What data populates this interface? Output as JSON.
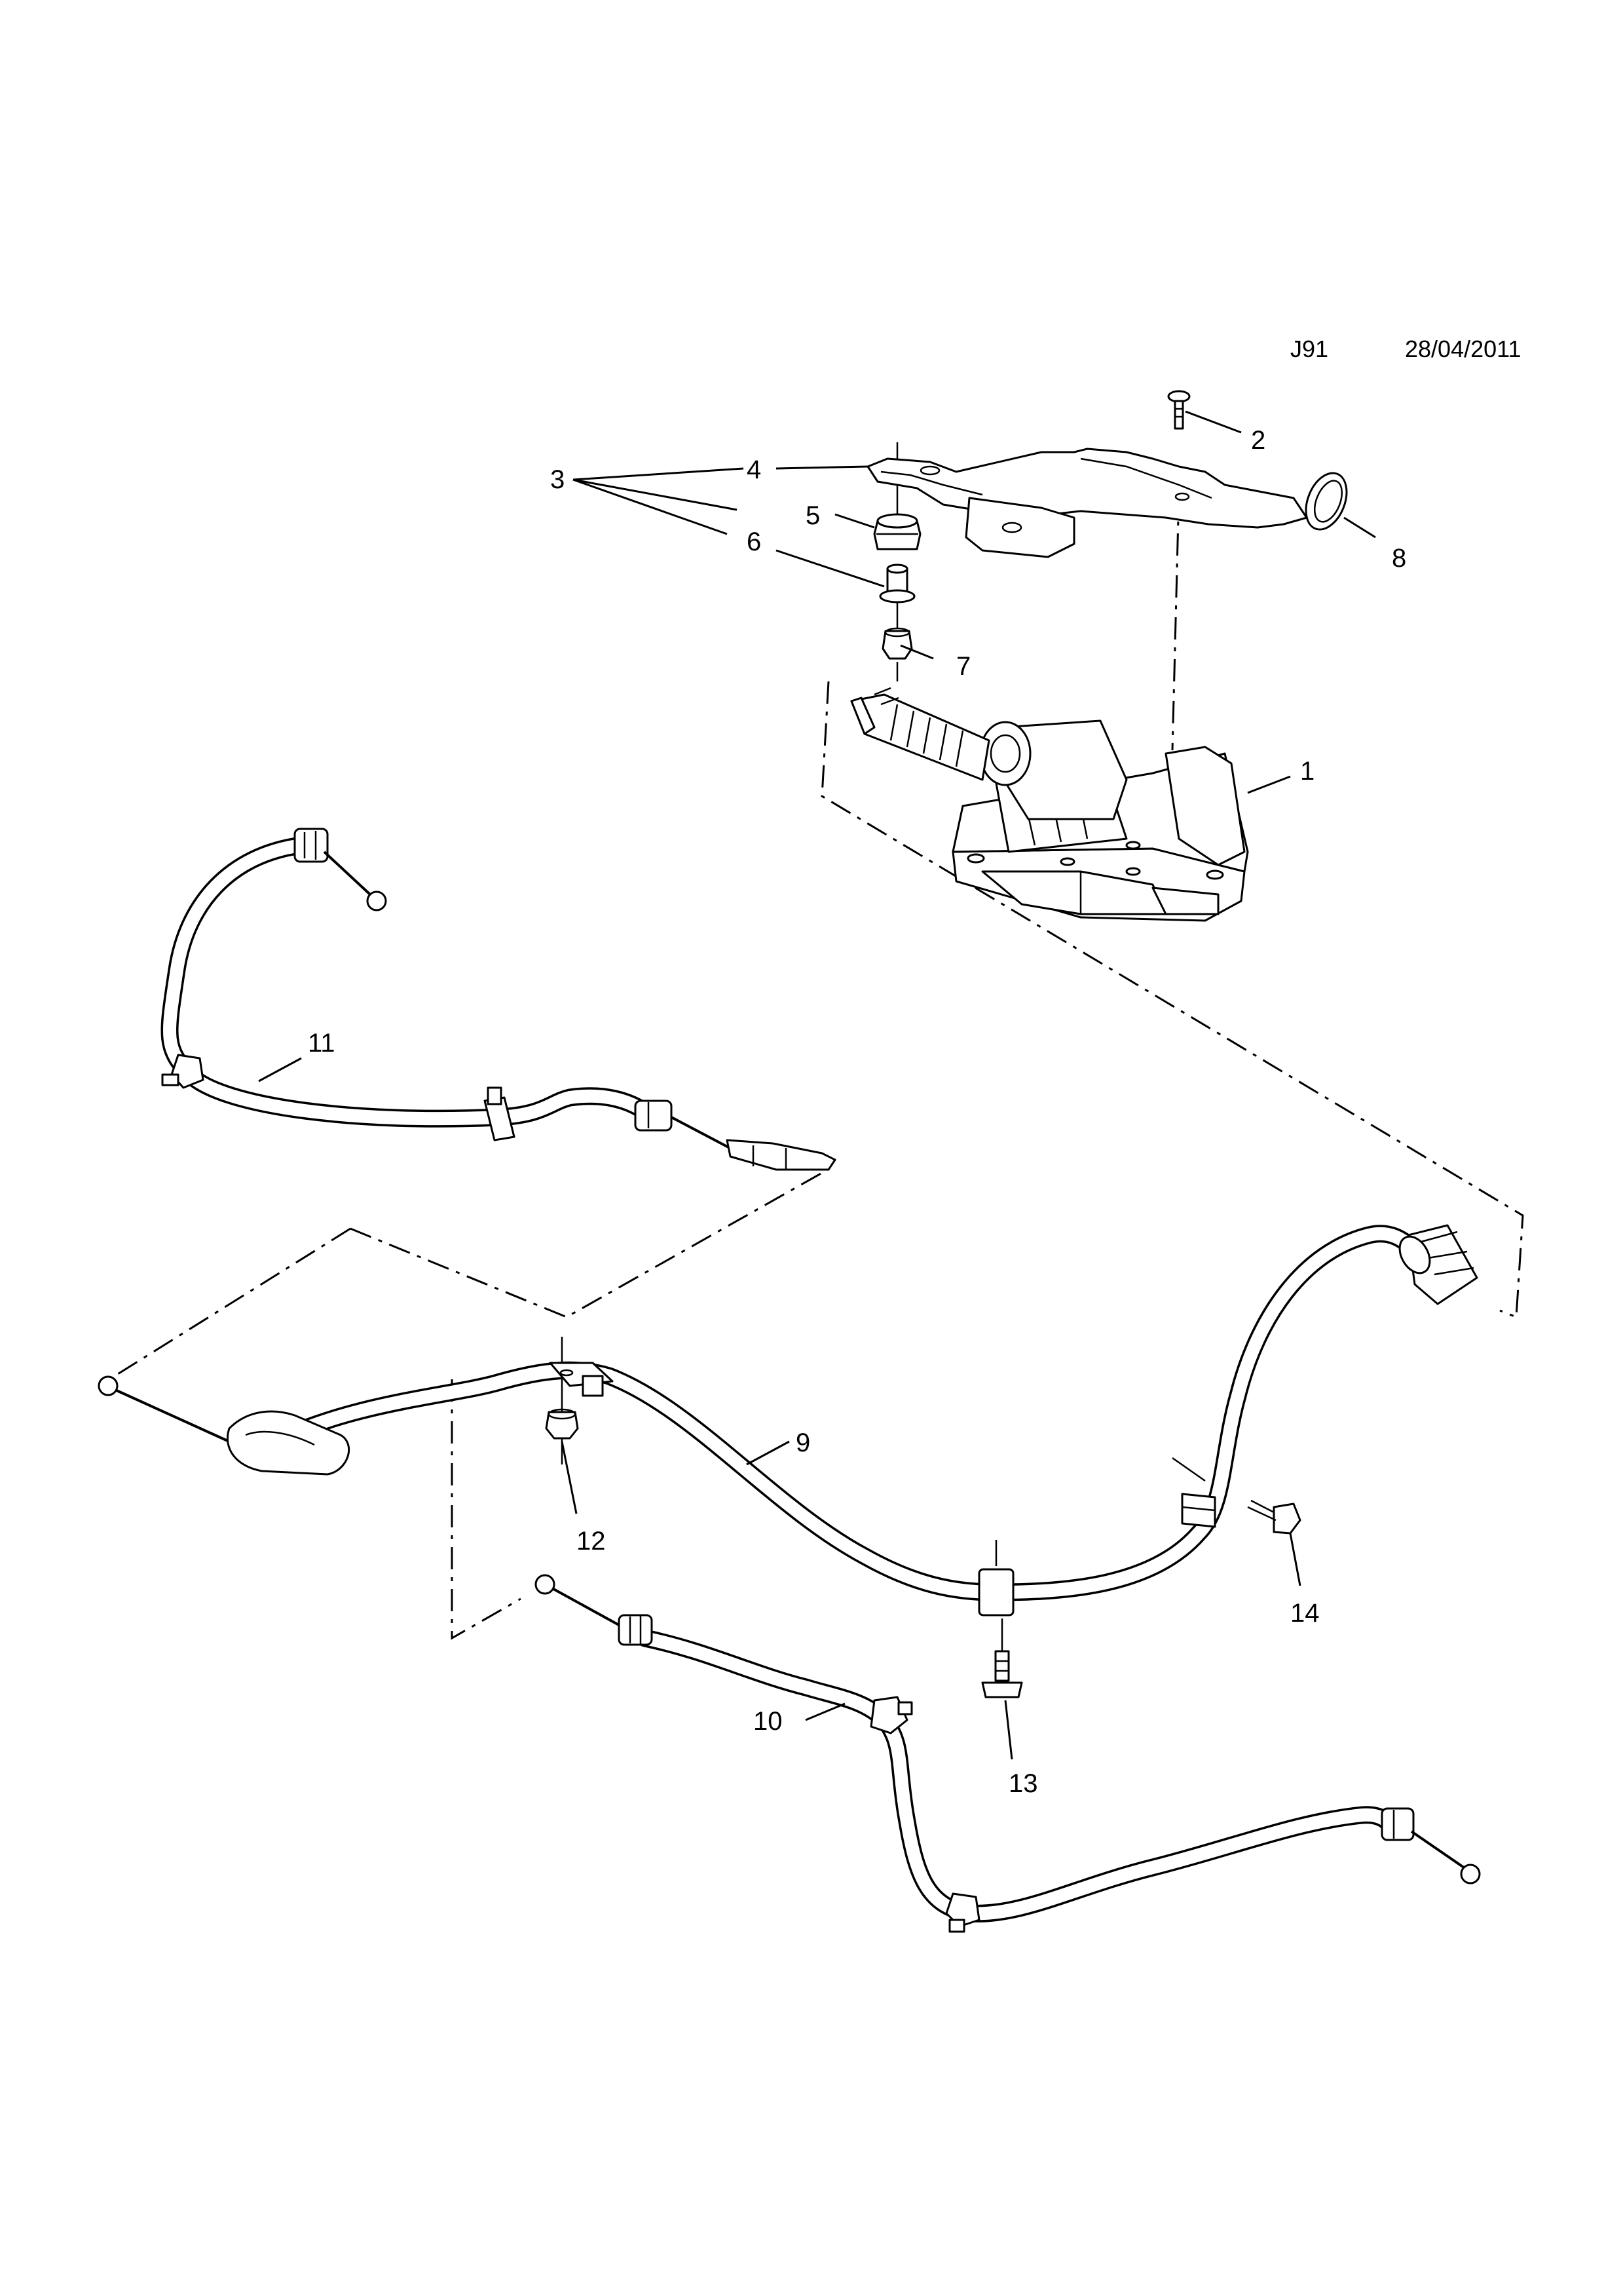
{
  "header": {
    "code": "J91",
    "date": "28/04/2011"
  },
  "callouts": [
    {
      "id": "1",
      "text": "1"
    },
    {
      "id": "2",
      "text": "2"
    },
    {
      "id": "3",
      "text": "3"
    },
    {
      "id": "4",
      "text": "4"
    },
    {
      "id": "5",
      "text": "5"
    },
    {
      "id": "6",
      "text": "6"
    },
    {
      "id": "7",
      "text": "7"
    },
    {
      "id": "8",
      "text": "8"
    },
    {
      "id": "9",
      "text": "9"
    },
    {
      "id": "10",
      "text": "10"
    },
    {
      "id": "11",
      "text": "11"
    },
    {
      "id": "12",
      "text": "12"
    },
    {
      "id": "13",
      "text": "13"
    },
    {
      "id": "14",
      "text": "14"
    }
  ]
}
